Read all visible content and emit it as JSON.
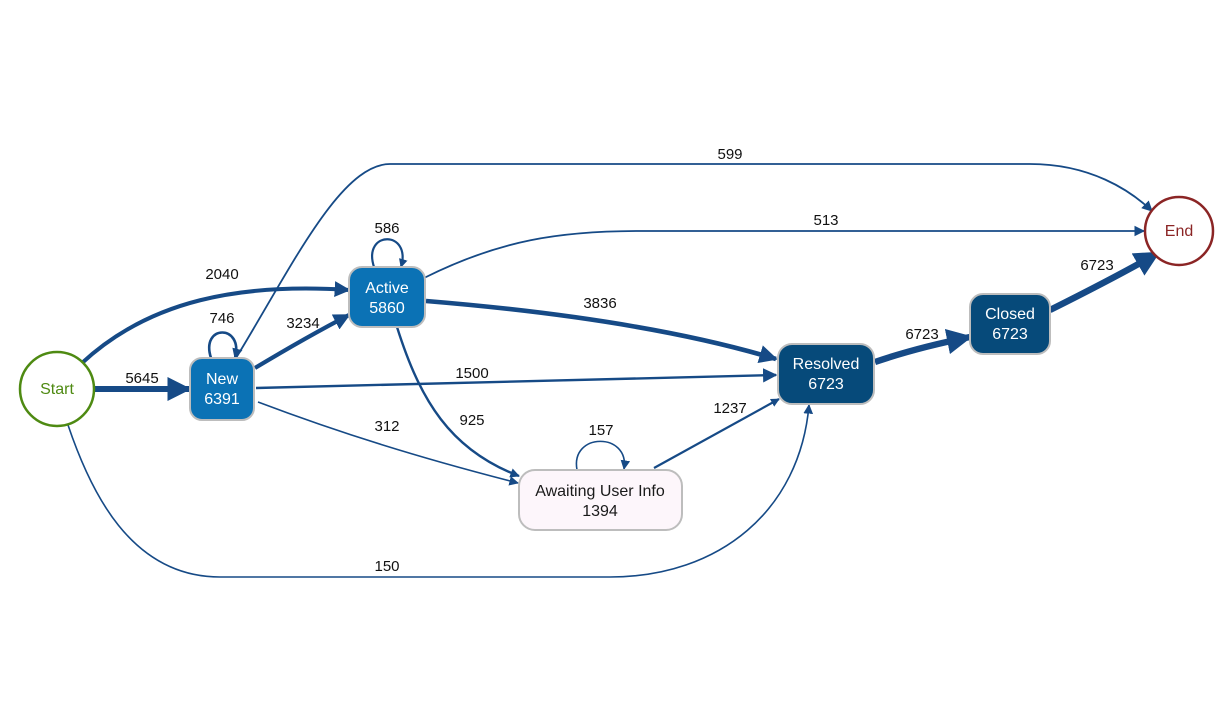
{
  "colors": {
    "edge": "#164a86",
    "start_stroke": "#4e8a12",
    "start_text": "#4e8a12",
    "end_stroke": "#8b2525",
    "end_text": "#8b2525",
    "node_new": "#0b72b5",
    "node_active": "#0b72b5",
    "node_resolved": "#064a7a",
    "node_closed": "#064a7a",
    "node_awaiting": "#fdf6fb",
    "node_border": "#bdbdbd",
    "node_text_light": "#ffffff",
    "node_text_dark": "#1a1a1a"
  },
  "nodes": {
    "start": {
      "label": "Start"
    },
    "end": {
      "label": "End"
    },
    "new": {
      "label": "New",
      "count": "6391"
    },
    "active": {
      "label": "Active",
      "count": "5860"
    },
    "resolved": {
      "label": "Resolved",
      "count": "6723"
    },
    "closed": {
      "label": "Closed",
      "count": "6723"
    },
    "awaiting": {
      "label": "Awaiting User Info",
      "count": "1394"
    }
  },
  "edges": {
    "start_new": "5645",
    "start_active": "2040",
    "start_resolved": "150",
    "new_self": "746",
    "new_active": "3234",
    "new_resolved": "1500",
    "new_awaiting": "312",
    "new_end": "599",
    "active_self": "586",
    "active_end": "513",
    "active_resolved": "3836",
    "active_awaiting": "925",
    "awaiting_self": "157",
    "awaiting_resolved": "1237",
    "resolved_closed": "6723",
    "closed_end": "6723"
  }
}
